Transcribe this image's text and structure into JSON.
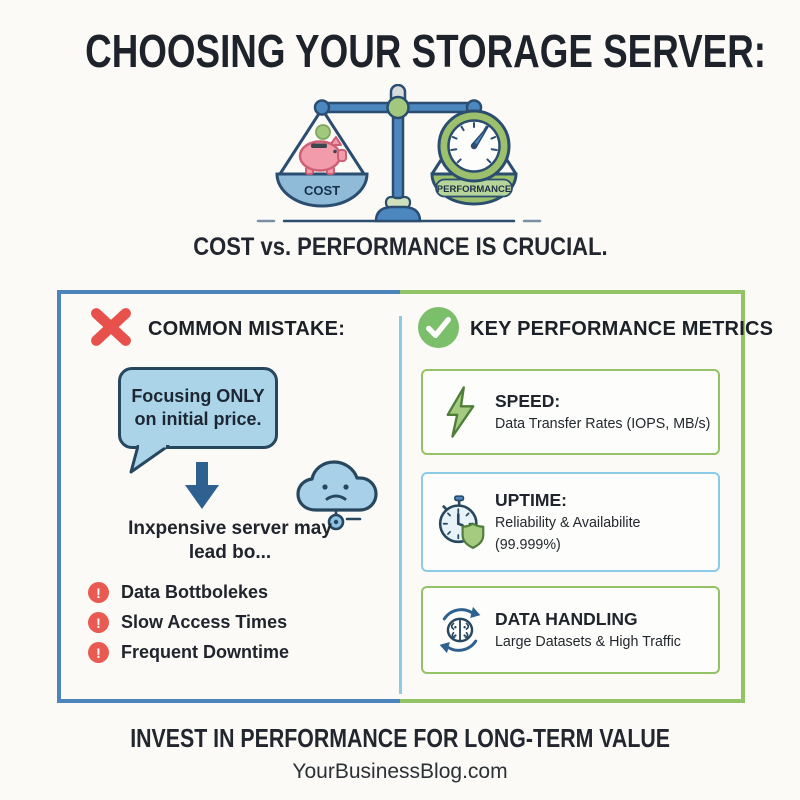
{
  "page": {
    "background": "#fbfaf7",
    "title": "CHOOSING YOUR STORAGE SERVER:",
    "subtitle": "COST vs. PERFORMANCE IS CRUCIAL.",
    "footer_headline": "INVEST IN PERFORMANCE FOR LONG-TERM VALUE",
    "footer_site": "YourBusinessBlog.com"
  },
  "scale": {
    "left_pan_label": "COST",
    "right_pan_label": "PERFORMANCE",
    "left_pan_icon": "piggy-bank-icon",
    "right_pan_icon": "speedometer-icon",
    "colors": {
      "beam_blue": "#4d87c0",
      "pan_blue": "#8fbbd9",
      "pan_green": "#9cc06c",
      "accent_green": "#a2c87e",
      "outline_navy": "#2b4d6f",
      "piggy_pink": "#f19bab"
    }
  },
  "left_panel": {
    "header": "COMMON MISTAKE:",
    "header_icon": "x-mark-icon",
    "accent_red": "#e8504c",
    "bubble": {
      "line1": "Focusing ONLY",
      "line2": "on initial price."
    },
    "arrow_icon": "down-arrow-icon",
    "cloud_icon": "sad-cloud-icon",
    "consequence": {
      "line1": "Inxpensive server may",
      "line2": "lead bo..."
    },
    "bullet_glyph": "!",
    "bullets": [
      {
        "icon": "exclamation-icon",
        "label": "Data Bottbolekes"
      },
      {
        "icon": "exclamation-icon",
        "label": "Slow Access Times"
      },
      {
        "icon": "exclamation-icon",
        "label": "Frequent Downtime"
      }
    ]
  },
  "right_panel": {
    "header": "KEY PERFORMANCE METRICS",
    "header_icon": "checkmark-icon",
    "accent_green": "#7cbf6b",
    "cards": [
      {
        "icon": "lightning-icon",
        "title": "SPEED:",
        "desc_lines": [
          "Data Transfer Rates (IOPS, MB/s)"
        ],
        "border_color": "#94c266"
      },
      {
        "icon": "stopwatch-shield-icon",
        "title": "UPTIME:",
        "desc_lines": [
          "Reliability & Availabilite",
          "(99.999%)"
        ],
        "border_color": "#8ccae8"
      },
      {
        "icon": "brain-sync-icon",
        "title": "DATA HANDLING",
        "desc_lines": [
          "Large Datasets & High Traffic"
        ],
        "border_color": "#94c266"
      }
    ]
  }
}
